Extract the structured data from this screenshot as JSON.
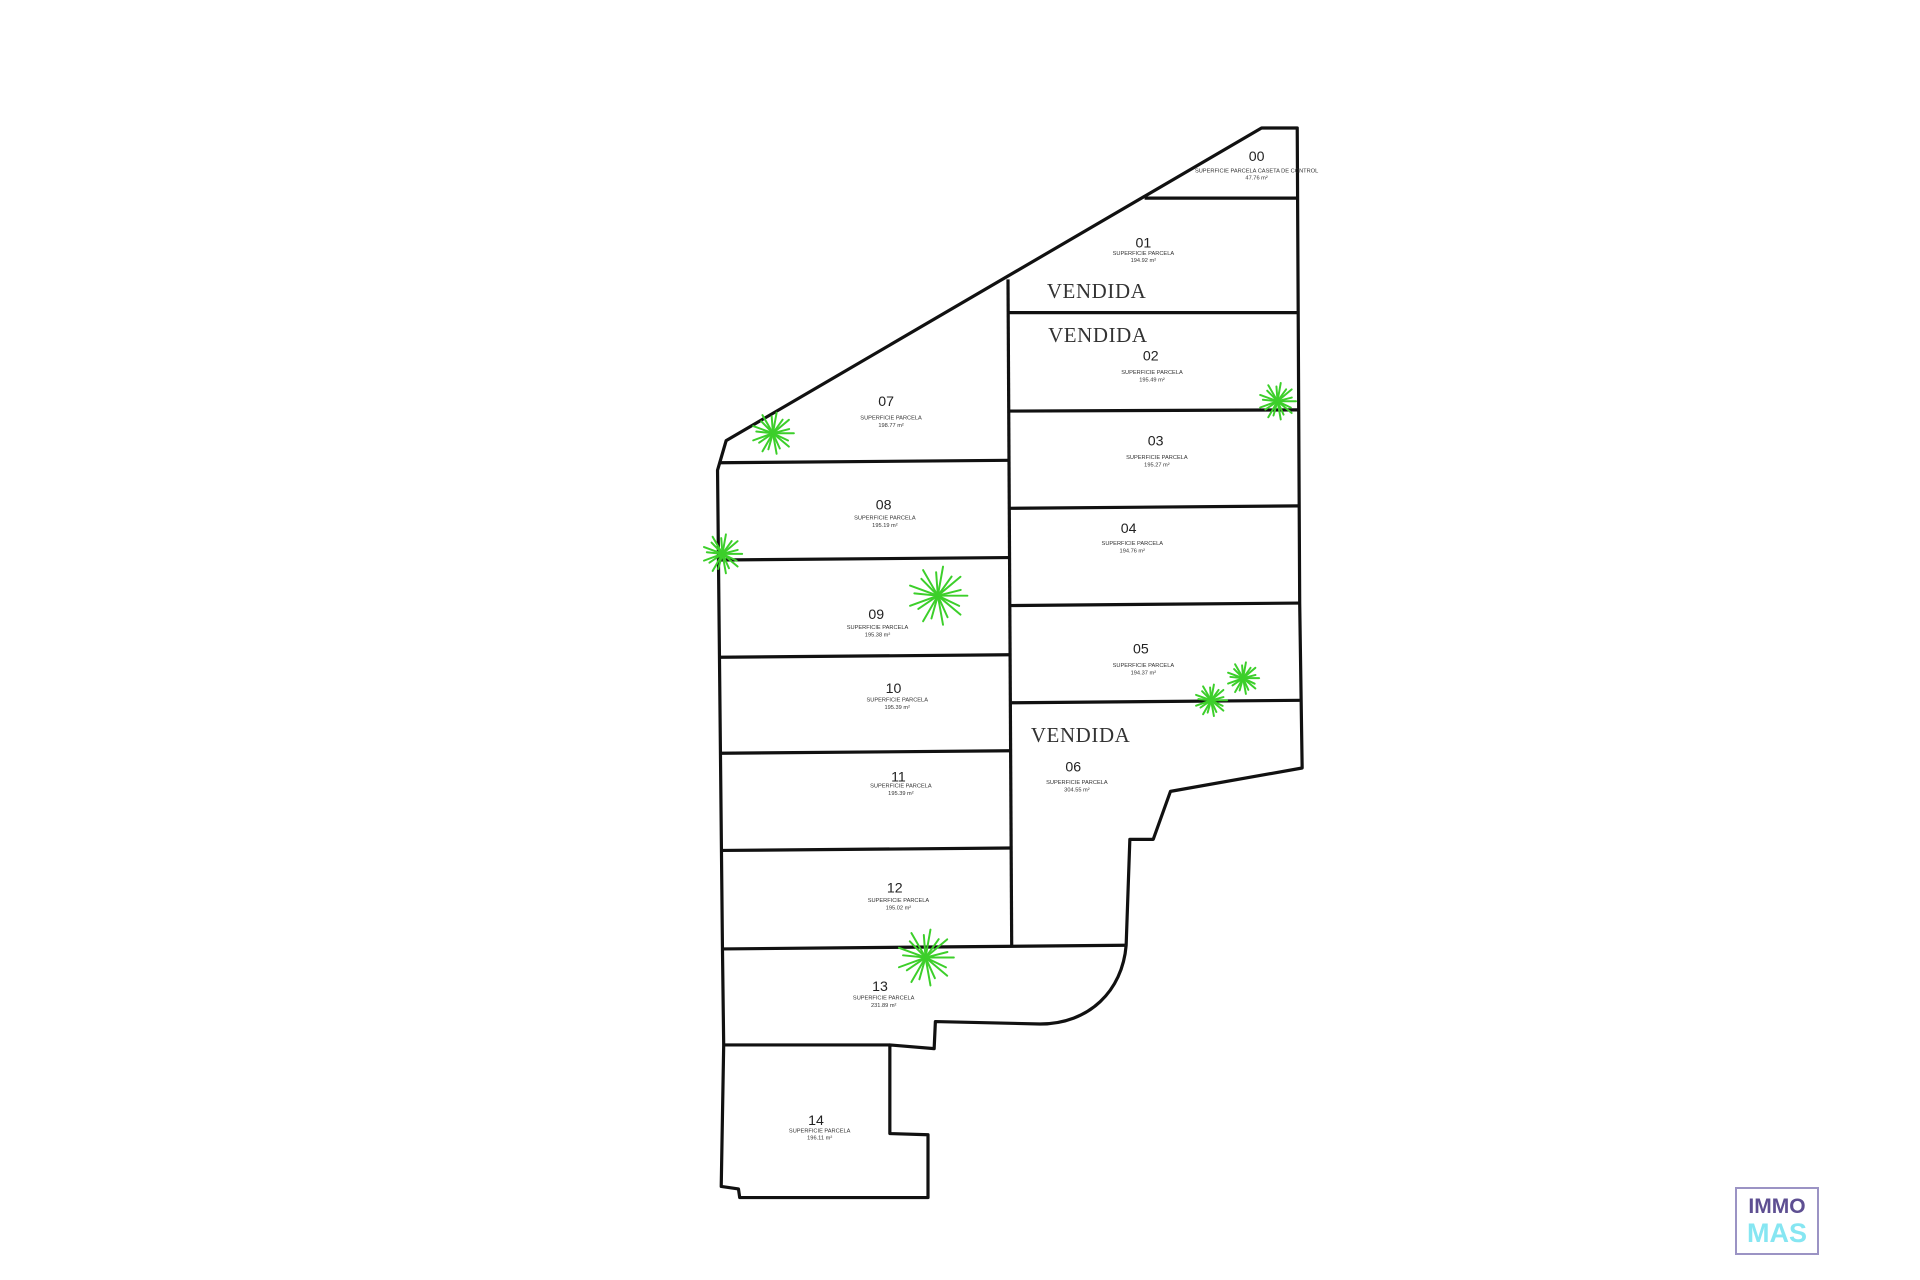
{
  "plan": {
    "sold_label": "VENDIDA",
    "area_unit": "m²",
    "parcels": [
      {
        "id": "00",
        "label": "SUPERFICIE PARCELA CASETA DE CONTROL",
        "area": "47.76 m²",
        "sold": false
      },
      {
        "id": "01",
        "label": "SUPERFICIE PARCELA",
        "area": "194.92 m²",
        "sold": true
      },
      {
        "id": "02",
        "label": "SUPERFICIE PARCELA",
        "area": "195.49 m²",
        "sold": true
      },
      {
        "id": "03",
        "label": "SUPERFICIE PARCELA",
        "area": "195.27 m²",
        "sold": false
      },
      {
        "id": "04",
        "label": "SUPERFICIE PARCELA",
        "area": "194.76 m²",
        "sold": false
      },
      {
        "id": "05",
        "label": "SUPERFICIE PARCELA",
        "area": "194.37 m²",
        "sold": false
      },
      {
        "id": "06",
        "label": "SUPERFICIE PARCELA",
        "area": "304.55 m²",
        "sold": true
      },
      {
        "id": "07",
        "label": "SUPERFICIE PARCELA",
        "area": "198.77 m²",
        "sold": false
      },
      {
        "id": "08",
        "label": "SUPERFICIE PARCELA",
        "area": "195.19 m²",
        "sold": false
      },
      {
        "id": "09",
        "label": "SUPERFICIE PARCELA",
        "area": "195.38 m²",
        "sold": false
      },
      {
        "id": "10",
        "label": "SUPERFICIE PARCELA",
        "area": "195.39 m²",
        "sold": false
      },
      {
        "id": "11",
        "label": "SUPERFICIE PARCELA",
        "area": "195.39 m²",
        "sold": false
      },
      {
        "id": "12",
        "label": "SUPERFICIE PARCELA",
        "area": "195.02 m²",
        "sold": false
      },
      {
        "id": "13",
        "label": "SUPERFICIE PARCELA",
        "area": "231.89 m²",
        "sold": false
      },
      {
        "id": "14",
        "label": "SUPERFICIE PARCELA",
        "area": "196.11 m²",
        "sold": false
      }
    ]
  },
  "logo": {
    "line1": "IMMO",
    "line2": "MAS"
  },
  "colors": {
    "tree": "#3ccf2a",
    "logo_purple": "#5e4f92",
    "logo_cyan": "#86e6f2"
  }
}
